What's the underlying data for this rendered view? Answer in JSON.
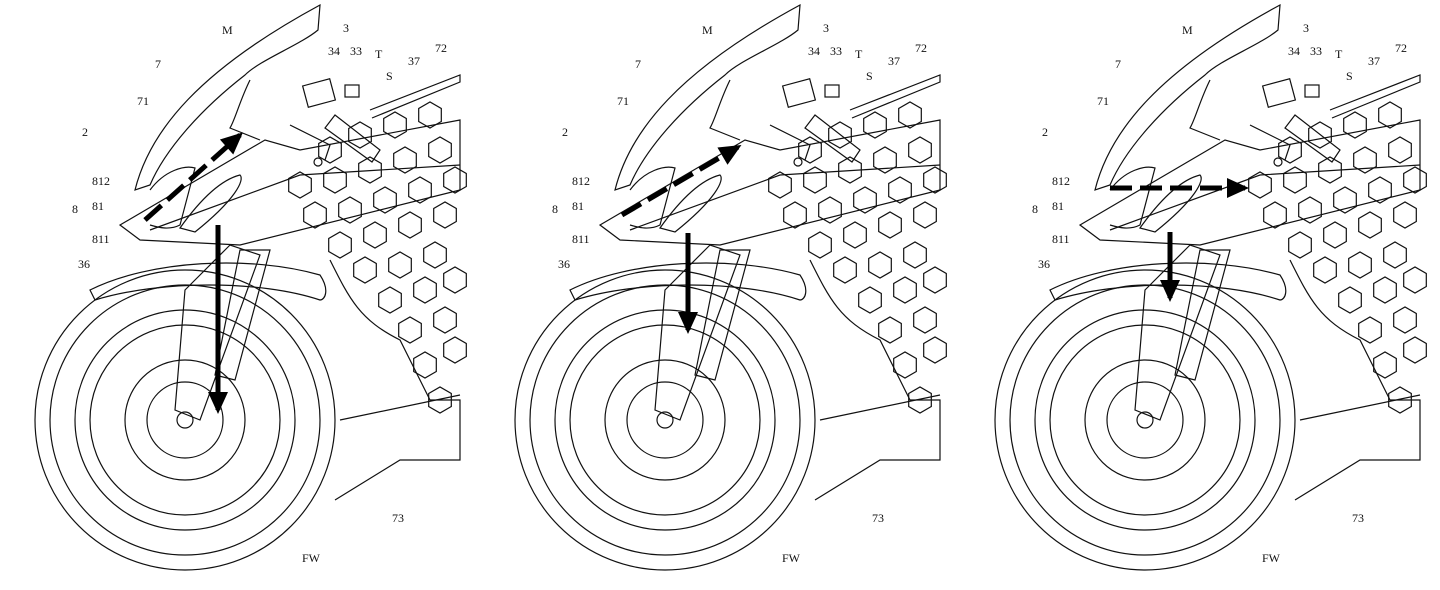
{
  "figure": {
    "panels": [
      {
        "id": "panel-1",
        "airflow": "diagonal-up-and-down",
        "labels": {
          "M": "M",
          "group3": "3",
          "p34": "34",
          "p33": "33",
          "T": "T",
          "S": "S",
          "p37": "37",
          "p72": "72",
          "p7": "7",
          "p71": "71",
          "p2": "2",
          "p812": "812",
          "p8": "8",
          "p81": "81",
          "p811": "811",
          "p36": "36",
          "FW": "FW",
          "p73": "73"
        }
      },
      {
        "id": "panel-2",
        "airflow": "diagonal-up-and-down",
        "labels": {
          "M": "M",
          "group3": "3",
          "p34": "34",
          "p33": "33",
          "T": "T",
          "S": "S",
          "p37": "37",
          "p72": "72",
          "p7": "7",
          "p71": "71",
          "p2": "2",
          "p812": "812",
          "p8": "8",
          "p81": "81",
          "p811": "811",
          "p36": "36",
          "FW": "FW",
          "p73": "73"
        }
      },
      {
        "id": "panel-3",
        "airflow": "horizontal-and-down",
        "labels": {
          "M": "M",
          "group3": "3",
          "p34": "34",
          "p33": "33",
          "T": "T",
          "S": "S",
          "p37": "37",
          "p72": "72",
          "p7": "7",
          "p71": "71",
          "p2": "2",
          "p812": "812",
          "p8": "8",
          "p81": "81",
          "p811": "811",
          "p36": "36",
          "FW": "FW",
          "p73": "73"
        }
      }
    ]
  }
}
